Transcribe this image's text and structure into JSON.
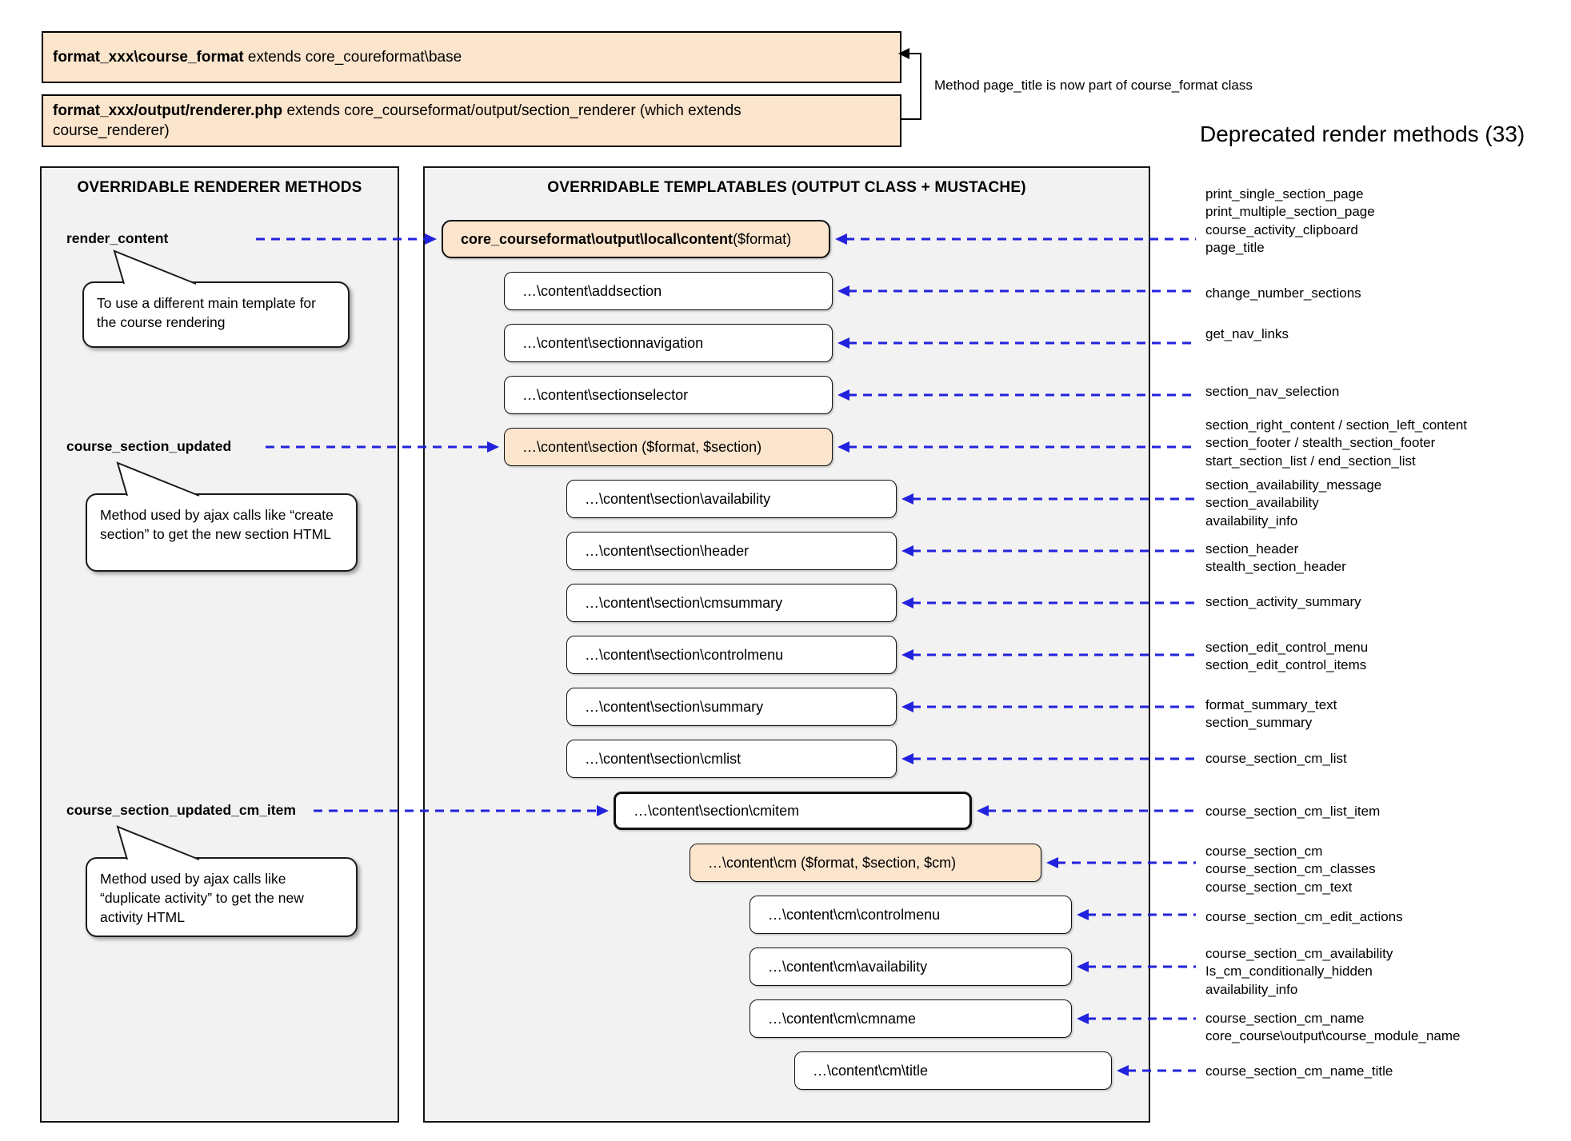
{
  "colors": {
    "accent_blue": "#2222dd",
    "box_orange": "#fce5cd",
    "panel_gray": "#f2f2f2",
    "ink": "#000000"
  },
  "top": {
    "class_box_1": {
      "strong": "format_xxx\\course_format",
      "text": " extends core_coureformat\\base"
    },
    "class_box_2": {
      "strong": "format_xxx/output/renderer.php",
      "text": " extends core_courseformat/output/section_renderer (which extends\ncourse_renderer)"
    },
    "bracket_note": "Method page_title is now part of course_format class",
    "deprecated_heading": "Deprecated render methods (33)"
  },
  "left_panel": {
    "title": "OVERRIDABLE RENDERER METHODS",
    "methods": [
      {
        "label": "render_content",
        "row": 0,
        "note": "To use a different main template for the course rendering"
      },
      {
        "label": "course_section_updated",
        "row": 4,
        "note": "Method used by ajax calls like “create section” to get the new section HTML"
      },
      {
        "label": "course_section_updated_cm_item",
        "row": 11,
        "note": "Method used by ajax calls like “duplicate activity” to get the new activity HTML"
      }
    ]
  },
  "middle_panel": {
    "title": "OVERRIDABLE TEMPLATABLES (OUTPUT CLASS + MUSTACHE)",
    "boxes": [
      {
        "row": 0,
        "level": 0,
        "style": "orange root",
        "strong": "core_courseformat\\output\\local\\content",
        "text": " ($format)"
      },
      {
        "row": 1,
        "level": 1,
        "style": "white",
        "text": "…\\content\\addsection"
      },
      {
        "row": 2,
        "level": 1,
        "style": "white",
        "text": "…\\content\\sectionnavigation"
      },
      {
        "row": 3,
        "level": 1,
        "style": "white",
        "text": "…\\content\\sectionselector"
      },
      {
        "row": 4,
        "level": 1,
        "style": "orange",
        "text": "…\\content\\section ($format, $section)"
      },
      {
        "row": 5,
        "level": 2,
        "style": "white",
        "text": "…\\content\\section\\availability"
      },
      {
        "row": 6,
        "level": 2,
        "style": "white",
        "text": "…\\content\\section\\header"
      },
      {
        "row": 7,
        "level": 2,
        "style": "white",
        "text": "…\\content\\section\\cmsummary"
      },
      {
        "row": 8,
        "level": 2,
        "style": "white",
        "text": "…\\content\\section\\controlmenu"
      },
      {
        "row": 9,
        "level": 2,
        "style": "white",
        "text": "…\\content\\section\\summary"
      },
      {
        "row": 10,
        "level": 2,
        "style": "white",
        "text": "…\\content\\section\\cmlist"
      },
      {
        "row": 11,
        "level": 3,
        "style": "white thick",
        "text": "…\\content\\section\\cmitem"
      },
      {
        "row": 12,
        "level": 4,
        "style": "orange",
        "text": "…\\content\\cm ($format, $section, $cm)"
      },
      {
        "row": 13,
        "level": 5,
        "style": "white",
        "text": "…\\content\\cm\\controlmenu"
      },
      {
        "row": 14,
        "level": 5,
        "style": "white",
        "text": "…\\content\\cm\\availability"
      },
      {
        "row": 15,
        "level": 5,
        "style": "white",
        "text": "…\\content\\cm\\cmname"
      },
      {
        "row": 16,
        "level": 6,
        "style": "white",
        "text": "…\\content\\cm\\title"
      }
    ]
  },
  "right_column": {
    "groups": [
      {
        "row": 0,
        "lines": [
          "print_single_section_page",
          "print_multiple_section_page",
          "course_activity_clipboard",
          "page_title"
        ]
      },
      {
        "row": 1,
        "lines": [
          "change_number_sections"
        ]
      },
      {
        "row": 2,
        "lines": [
          "get_nav_links"
        ]
      },
      {
        "row": 3,
        "lines": [
          "section_nav_selection"
        ]
      },
      {
        "row": 4,
        "lines": [
          "section_right_content / section_left_content",
          "section_footer / stealth_section_footer",
          "start_section_list / end_section_list"
        ]
      },
      {
        "row": 5,
        "lines": [
          "section_availability_message",
          "section_availability",
          "availability_info"
        ]
      },
      {
        "row": 6,
        "lines": [
          "section_header",
          "stealth_section_header"
        ]
      },
      {
        "row": 7,
        "lines": [
          "section_activity_summary"
        ]
      },
      {
        "row": 8,
        "lines": [
          "section_edit_control_menu",
          "section_edit_control_items"
        ]
      },
      {
        "row": 9,
        "lines": [
          "format_summary_text",
          "section_summary"
        ]
      },
      {
        "row": 10,
        "lines": [
          "course_section_cm_list"
        ]
      },
      {
        "row": 11,
        "lines": [
          "course_section_cm_list_item"
        ]
      },
      {
        "row": 12,
        "lines": [
          "course_section_cm",
          "course_section_cm_classes",
          "course_section_cm_text"
        ]
      },
      {
        "row": 13,
        "lines": [
          "course_section_cm_edit_actions"
        ]
      },
      {
        "row": 14,
        "lines": [
          "course_section_cm_availability",
          "Is_cm_conditionally_hidden",
          "availability_info"
        ]
      },
      {
        "row": 15,
        "lines": [
          "course_section_cm_name",
          "core_course\\output\\course_module_name"
        ]
      },
      {
        "row": 16,
        "lines": [
          "course_section_cm_name_title"
        ]
      }
    ]
  }
}
